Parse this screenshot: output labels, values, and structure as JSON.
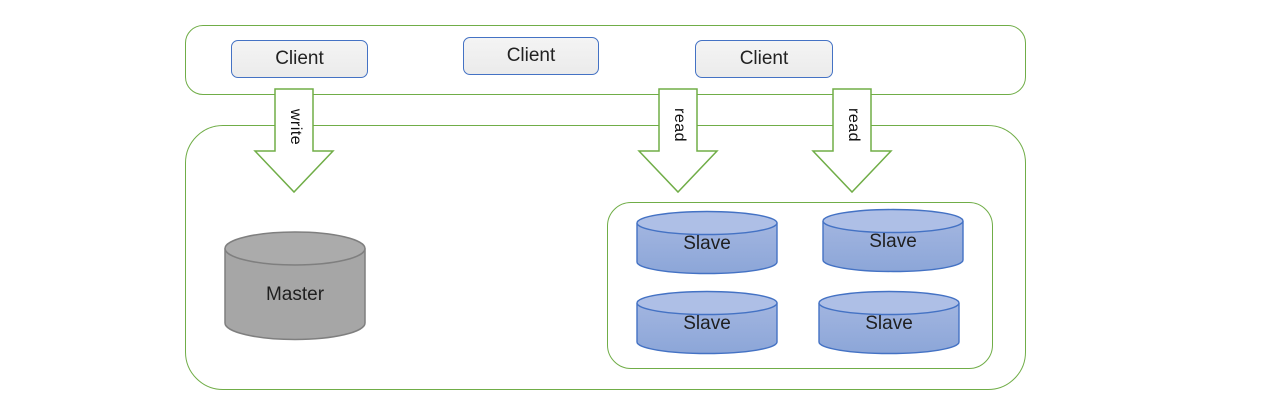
{
  "diagram": {
    "title": "master-slave-replication-diagram",
    "clients": [
      {
        "label": "Client"
      },
      {
        "label": "Client"
      },
      {
        "label": "Client"
      }
    ],
    "arrows": [
      {
        "label": "write",
        "direction": "down",
        "from": "client-1",
        "to": "master"
      },
      {
        "label": "read",
        "direction": "down",
        "from": "clients",
        "to": "slave-cluster"
      },
      {
        "label": "read",
        "direction": "down",
        "from": "clients",
        "to": "slave-cluster"
      }
    ],
    "master": {
      "label": "Master",
      "shape": "cylinder"
    },
    "slaves": [
      {
        "label": "Slave",
        "shape": "cylinder"
      },
      {
        "label": "Slave",
        "shape": "cylinder"
      },
      {
        "label": "Slave",
        "shape": "cylinder"
      },
      {
        "label": "Slave",
        "shape": "cylinder"
      }
    ],
    "colors": {
      "container_border_green": "#70AD47",
      "client_border_blue": "#4472C4",
      "client_fill": "#EFEFEF",
      "slave_fill": "#8FAADC",
      "slave_top_fill": "#AEBFE6",
      "slave_border": "#4472C4",
      "master_fill": "#A6A6A6",
      "master_top_fill": "#ABABAB",
      "master_border": "#7F7F7F",
      "arrow_fill": "#FFFFFF",
      "text_color": "#1F1F1F"
    }
  }
}
